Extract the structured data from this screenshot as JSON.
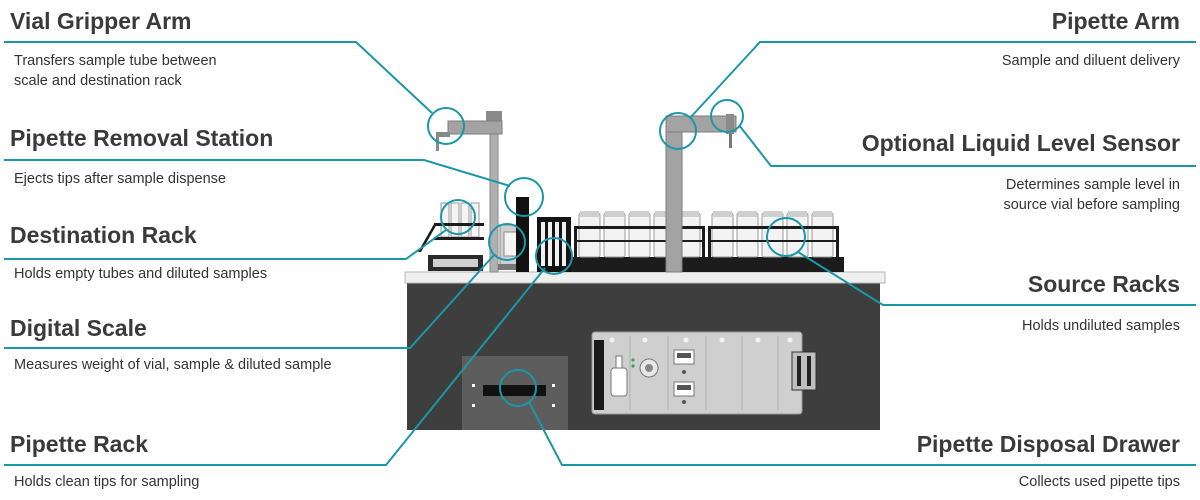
{
  "colors": {
    "leader": "#1a97a8",
    "cabinet": "#3e3e3e",
    "hardware": "#a3a3a3",
    "rack": "#1c1c1c",
    "module": "#cfcfcf",
    "bench": "#efefef"
  },
  "labels": {
    "vial_gripper_arm": {
      "title": "Vial Gripper Arm",
      "desc": [
        "Transfers sample tube between",
        "scale and destination rack"
      ]
    },
    "pipette_removal_station": {
      "title": "Pipette Removal Station",
      "desc": [
        "Ejects tips after sample dispense"
      ]
    },
    "destination_rack": {
      "title": "Destination Rack",
      "desc": [
        "Holds empty tubes and diluted samples"
      ]
    },
    "digital_scale": {
      "title": "Digital Scale",
      "desc": [
        "Measures weight of vial, sample & diluted sample"
      ]
    },
    "pipette_rack": {
      "title": "Pipette Rack",
      "desc": [
        "Holds clean tips for sampling"
      ]
    },
    "pipette_arm": {
      "title": "Pipette Arm",
      "desc": [
        "Sample and diluent delivery"
      ]
    },
    "liquid_level_sensor": {
      "title": "Optional Liquid Level Sensor",
      "desc": [
        "Determines sample level in",
        "source vial before sampling"
      ]
    },
    "source_racks": {
      "title": "Source Racks",
      "desc": [
        "Holds undiluted samples"
      ]
    },
    "pipette_disposal_drawer": {
      "title": "Pipette Disposal Drawer",
      "desc": [
        "Collects used pipette tips"
      ]
    }
  }
}
